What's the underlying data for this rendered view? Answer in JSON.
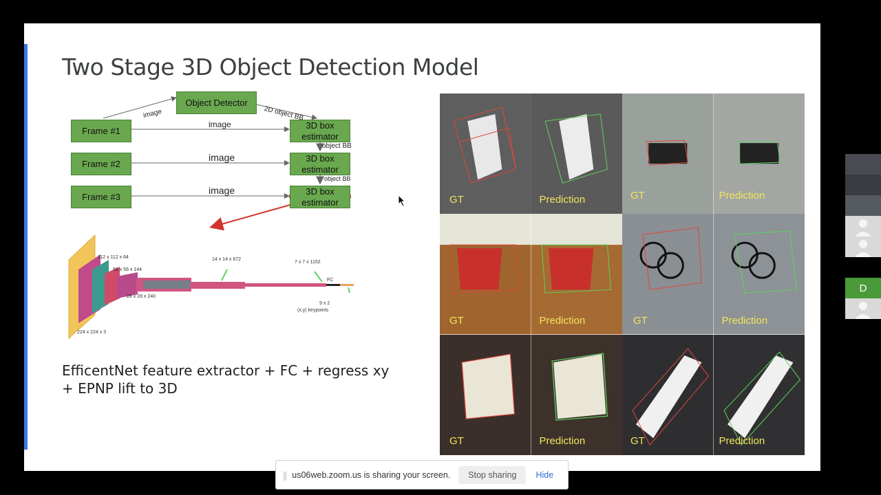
{
  "slide": {
    "title": "Two Stage 3D Object Detection Model",
    "caption_line1": "EfficentNet feature extractor + FC + regress xy",
    "caption_line2": "+ EPNP lift to 3D"
  },
  "diagram": {
    "object_detector": "Object Detector",
    "frames": [
      "Frame #1",
      "Frame #2",
      "Frame #3"
    ],
    "estimator": "3D box estimator",
    "image_label": "image",
    "obj2d_label": "2D object BB",
    "object_bb_label": "object BB",
    "network": {
      "dims": [
        "112 x 112 x 64",
        "56 x 56 x 144",
        "28 x 28 x 240",
        "14 x 14 x 672",
        "7 x 7 x 1152",
        "FC",
        "9 x 2",
        "(x,y) keypoints",
        "224 x 224 x 3"
      ]
    }
  },
  "grid": {
    "labels": [
      [
        "GT",
        "Prediction",
        "GT",
        "Prediction"
      ],
      [
        "GT",
        "Prediction",
        "GT",
        "Prediction"
      ],
      [
        "GT",
        "Prediction",
        "GT",
        "Prediction"
      ]
    ]
  },
  "zoom": {
    "share_text": "us06web.zoom.us is sharing your screen.",
    "stop_label": "Stop sharing",
    "hide_label": "Hide",
    "participant_initial": "D"
  },
  "colors": {
    "box_green": "#6aa84f",
    "accent_blue": "#3b78e7",
    "gt_box": "#e0463c",
    "pred_box": "#5fd35f",
    "label_yellow": "#f2e65a"
  }
}
